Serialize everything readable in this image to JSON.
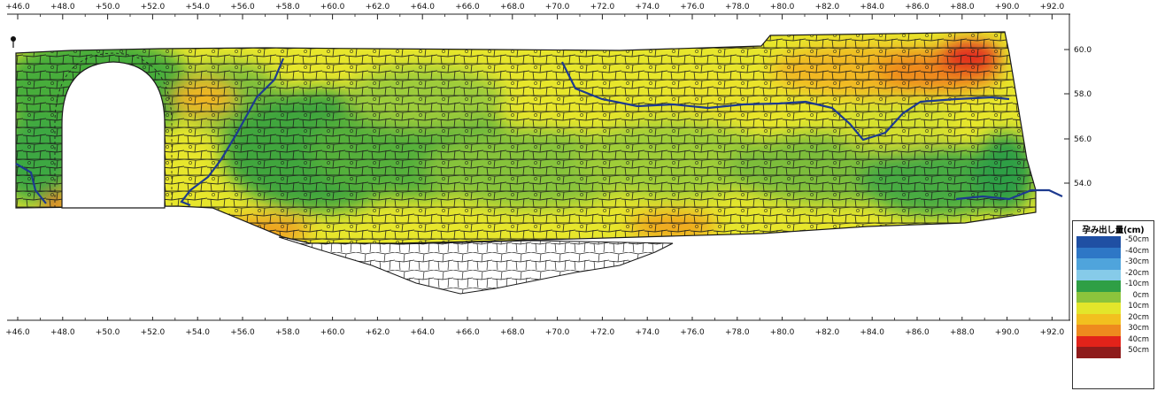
{
  "axis": {
    "x_ticks": [
      "+46.0",
      "+48.0",
      "+50.0",
      "+52.0",
      "+54.0",
      "+56.0",
      "+58.0",
      "+60.0",
      "+62.0",
      "+64.0",
      "+66.0",
      "+68.0",
      "+70.0",
      "+72.0",
      "+74.0",
      "+76.0",
      "+78.0",
      "+80.0",
      "+82.0",
      "+84.0",
      "+86.0",
      "+88.0",
      "+90.0",
      "+92.0"
    ],
    "y_ticks": [
      "60.0",
      "58.0",
      "56.0",
      "54.0"
    ]
  },
  "legend": {
    "title": "孕み出し量(cm)",
    "items": [
      {
        "label": "-50cm",
        "color": "#1f4fa3"
      },
      {
        "label": "-40cm",
        "color": "#2e77c6"
      },
      {
        "label": "-30cm",
        "color": "#4fa4dc"
      },
      {
        "label": "-20cm",
        "color": "#86cbe9"
      },
      {
        "label": "-10cm",
        "color": "#2f9f45"
      },
      {
        "label": "0cm",
        "color": "#8cc43c"
      },
      {
        "label": "10cm",
        "color": "#e3e62b"
      },
      {
        "label": "20cm",
        "color": "#f2c01f"
      },
      {
        "label": "30cm",
        "color": "#ee8a1e"
      },
      {
        "label": "40cm",
        "color": "#e2231a"
      },
      {
        "label": "50cm",
        "color": "#8e1b1b"
      }
    ]
  }
}
